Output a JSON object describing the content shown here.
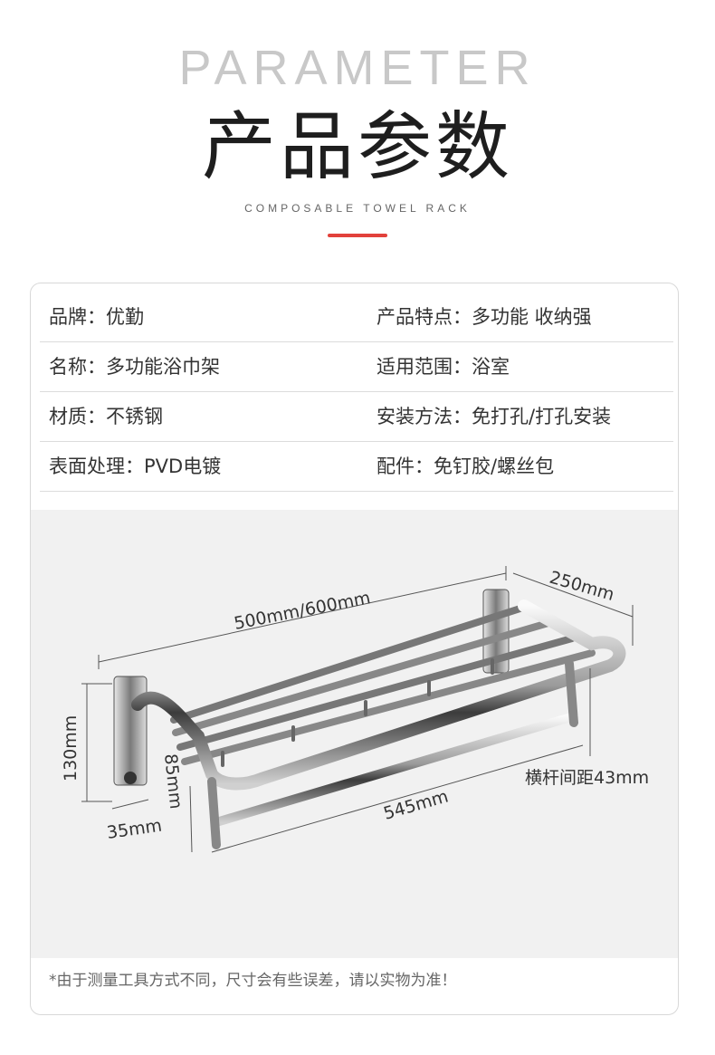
{
  "header": {
    "english_title": "PARAMETER",
    "chinese_title": "产品参数",
    "subtitle": "COMPOSABLE TOWEL RACK"
  },
  "specs": [
    {
      "left": "品牌：优勤",
      "right": "产品特点：多功能 收纳强"
    },
    {
      "left": "名称：多功能浴巾架",
      "right": "适用范围：浴室"
    },
    {
      "left": "材质：不锈钢",
      "right": "安装方法：免打孔/打孔安装"
    },
    {
      "left": "表面处理：PVD电镀",
      "right": "配件：免钉胶/螺丝包"
    }
  ],
  "dimensions": {
    "length_top": "500mm/600mm",
    "depth": "250mm",
    "height": "130mm",
    "base_depth": "35mm",
    "base_height": "85mm",
    "length_bottom": "545mm",
    "bar_spacing": "横杆间距43mm"
  },
  "footnote": "*由于测量工具方式不同，尺寸会有些误差，请以实物为准！",
  "colors": {
    "accent": "#e2413b",
    "english_title": "#c8c8c8",
    "diagram_bg": "#f1f1f1"
  }
}
